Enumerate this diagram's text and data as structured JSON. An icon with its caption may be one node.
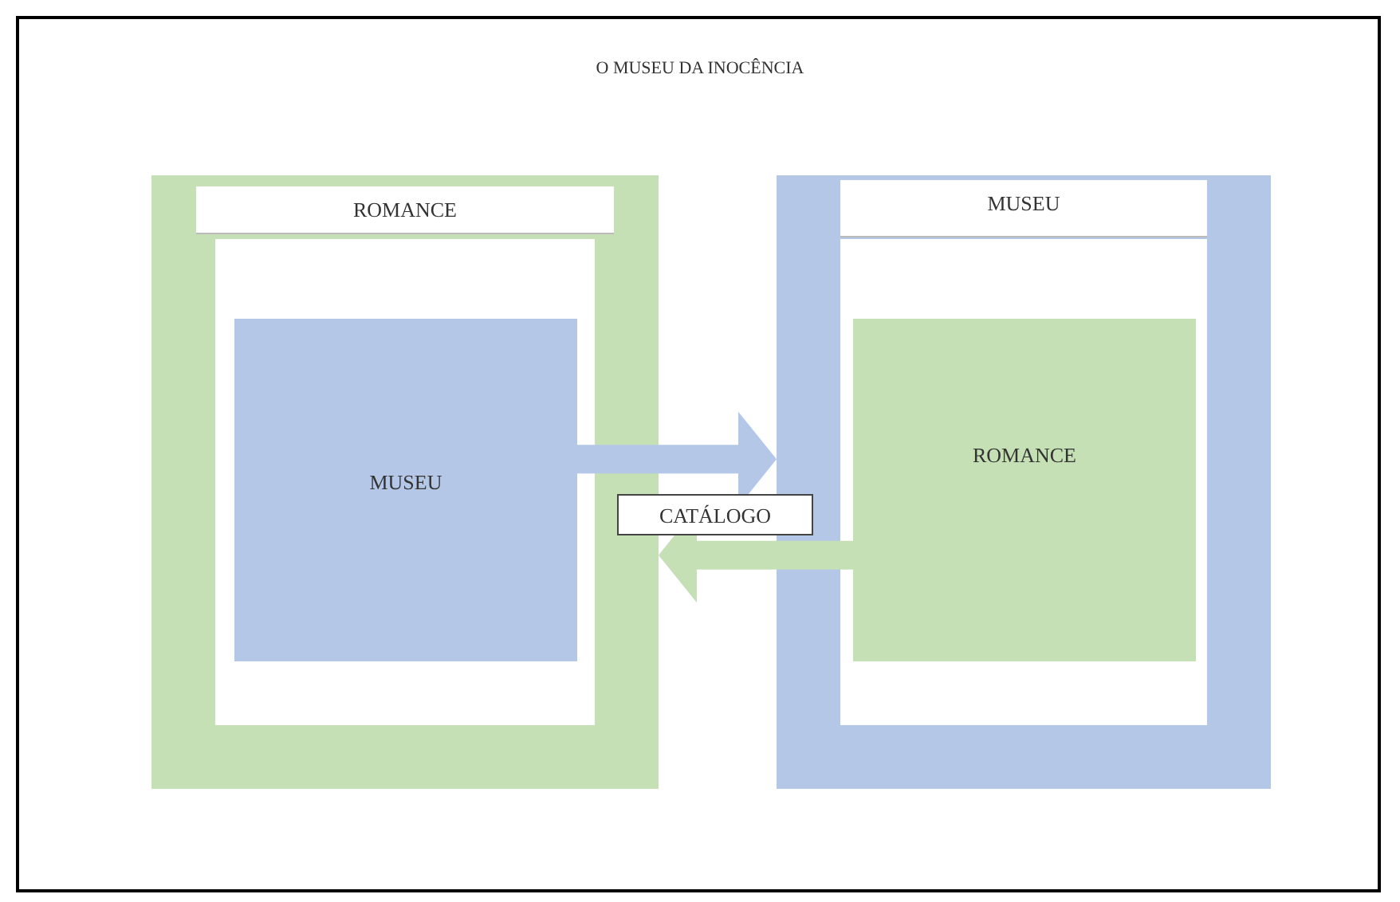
{
  "diagram": {
    "title": "O MUSEU DA INOCÊNCIA",
    "nodes": [
      {
        "text": [
          "ROMANCE"
        ]
      },
      {
        "text": [
          "MUSEU"
        ],
        "in": 0
      },
      {
        "text": [
          "MUSEU"
        ]
      },
      {
        "text": [
          "ROMANCE"
        ],
        "in": 2
      },
      {
        "text": [
          "CATÁLOGO"
        ]
      }
    ],
    "edges": [
      {
        "from": 1,
        "to": 2,
        "arrow": "to",
        "color": "#b4c7e7"
      },
      {
        "from": 3,
        "to": 0,
        "arrow": "to",
        "color": "#c5e0b4"
      }
    ]
  }
}
